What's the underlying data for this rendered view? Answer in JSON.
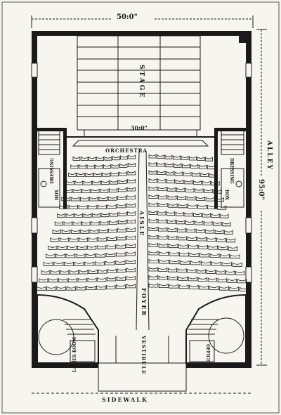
{
  "plan": {
    "width_dim": "50:0\"",
    "depth_dim": "95:0\"",
    "proscenium_dim": "30:0\"",
    "stage": "STAGE",
    "orchestra": "ORCHESTRA",
    "aisle": "AISLE",
    "foyer": "FOYER",
    "vestibule": "VESTIBULE",
    "sidewalk": "SIDEWALK",
    "alley": "ALLEY",
    "left_lobby": "LADIES ROOM",
    "right_lobby": "OFFICE",
    "dressing": "DRESSING",
    "box_left": "BOX",
    "box_right": "BOX"
  },
  "colors": {
    "ink": "#1a1a1a",
    "paper": "#f6f5f0"
  }
}
